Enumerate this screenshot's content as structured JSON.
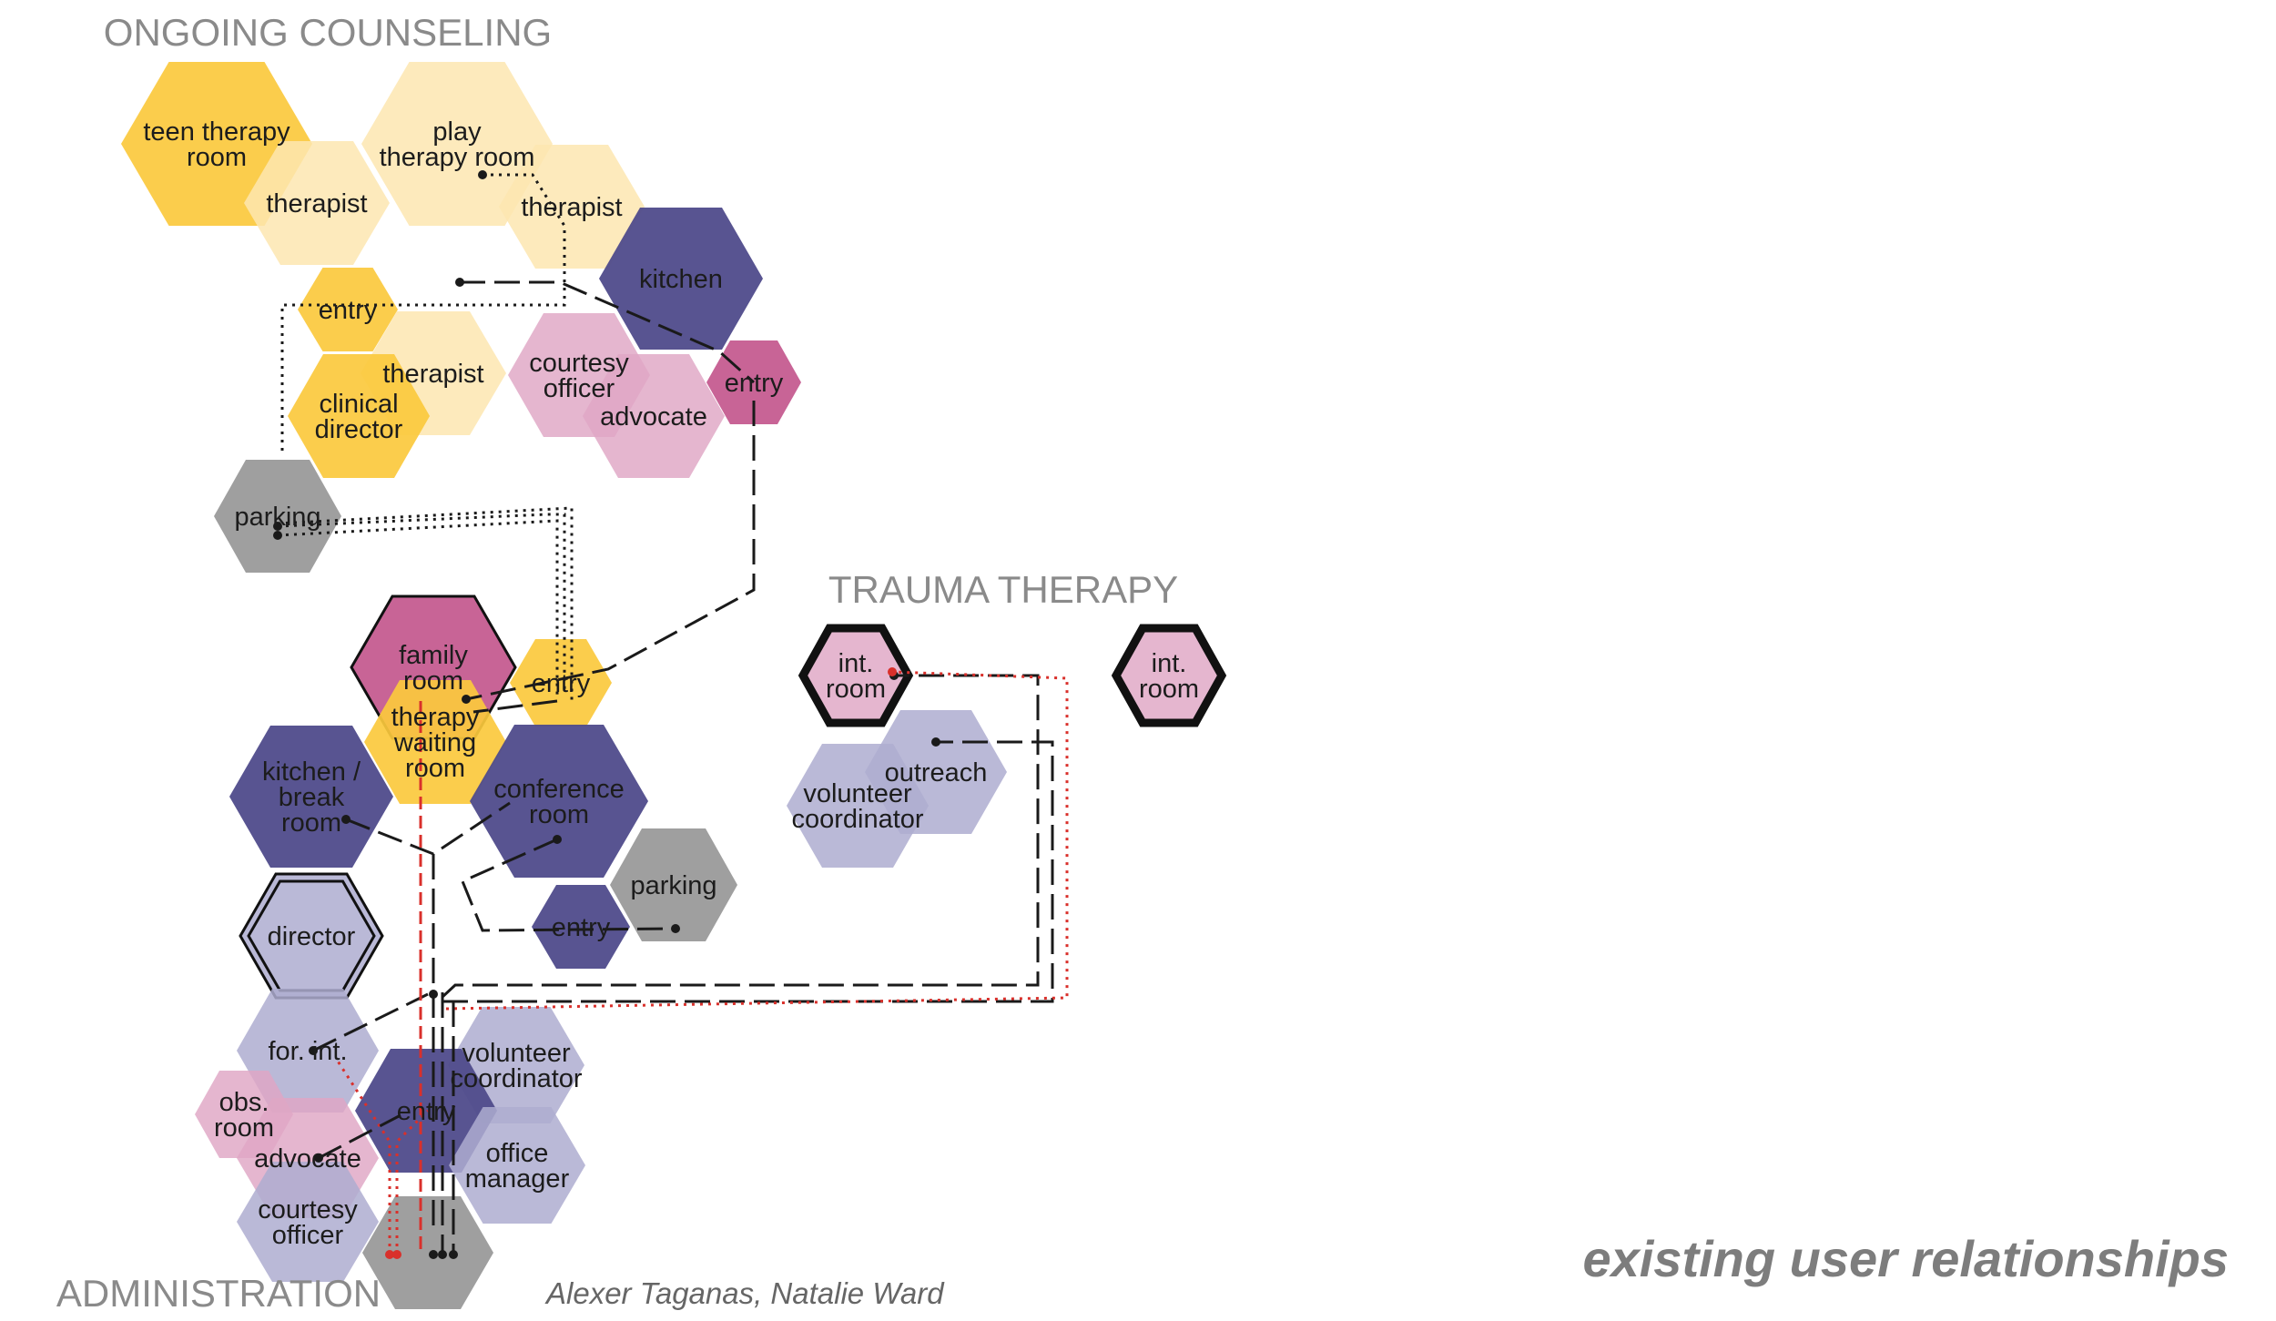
{
  "sections": {
    "ongoing_counseling": "ONGOING COUNSELING",
    "trauma_therapy": "TRAUMA THERAPY",
    "administration": "ADMINISTRATION"
  },
  "credit": "Alexer Taganas, Natalie Ward",
  "caption": "existing user relationships",
  "colors": {
    "yellow": "#fbc93d",
    "pale_yellow": "#fde6b0",
    "navy": "#4f4b8b",
    "lavender": "#aeadd0",
    "pink": "#dfa6c4",
    "magenta": "#c04f88",
    "gray": "#9a9a9a",
    "red_link": "#d9302b",
    "black_link": "#1a1a1a"
  },
  "spaces": {
    "teen_therapy_room": [
      "teen therapy",
      "room"
    ],
    "therapist_1": [
      "therapist"
    ],
    "play_therapy_room": [
      "play",
      "therapy room"
    ],
    "therapist_2": [
      "therapist"
    ],
    "kitchen": [
      "kitchen"
    ],
    "entry_oc": [
      "entry"
    ],
    "therapist_3": [
      "therapist"
    ],
    "clinical_director": [
      "clinical",
      "director"
    ],
    "courtesy_officer_oc": [
      "courtesy",
      "officer"
    ],
    "advocate_oc": [
      "advocate"
    ],
    "entry_magenta": [
      "entry"
    ],
    "parking_oc": [
      "parking"
    ],
    "family_room": [
      "family",
      "room"
    ],
    "therapy_waiting_room": [
      "therapy",
      "waiting",
      "room"
    ],
    "entry_yellow": [
      "entry"
    ],
    "kitchen_break_room": [
      "kitchen /",
      "break",
      "room"
    ],
    "conference_room": [
      "conference",
      "room"
    ],
    "parking_admin": [
      "parking"
    ],
    "entry_navy_small": [
      "entry"
    ],
    "director": [
      "director"
    ],
    "for_int": [
      "for. int."
    ],
    "volunteer_coordinator_admin": [
      "volunteer",
      "coordinator"
    ],
    "obs_room": [
      "obs.",
      "room"
    ],
    "entry_admin": [
      "entry"
    ],
    "office_manager": [
      "office",
      "manager"
    ],
    "advocate_admin": [
      "advocate"
    ],
    "courtesy_officer_admin": [
      "courtesy",
      "officer"
    ],
    "int_room_1": [
      "int.",
      "room"
    ],
    "int_room_2": [
      "int.",
      "room"
    ],
    "outreach": [
      "outreach"
    ],
    "volunteer_coordinator_tt": [
      "volunteer",
      "coordinator"
    ]
  }
}
